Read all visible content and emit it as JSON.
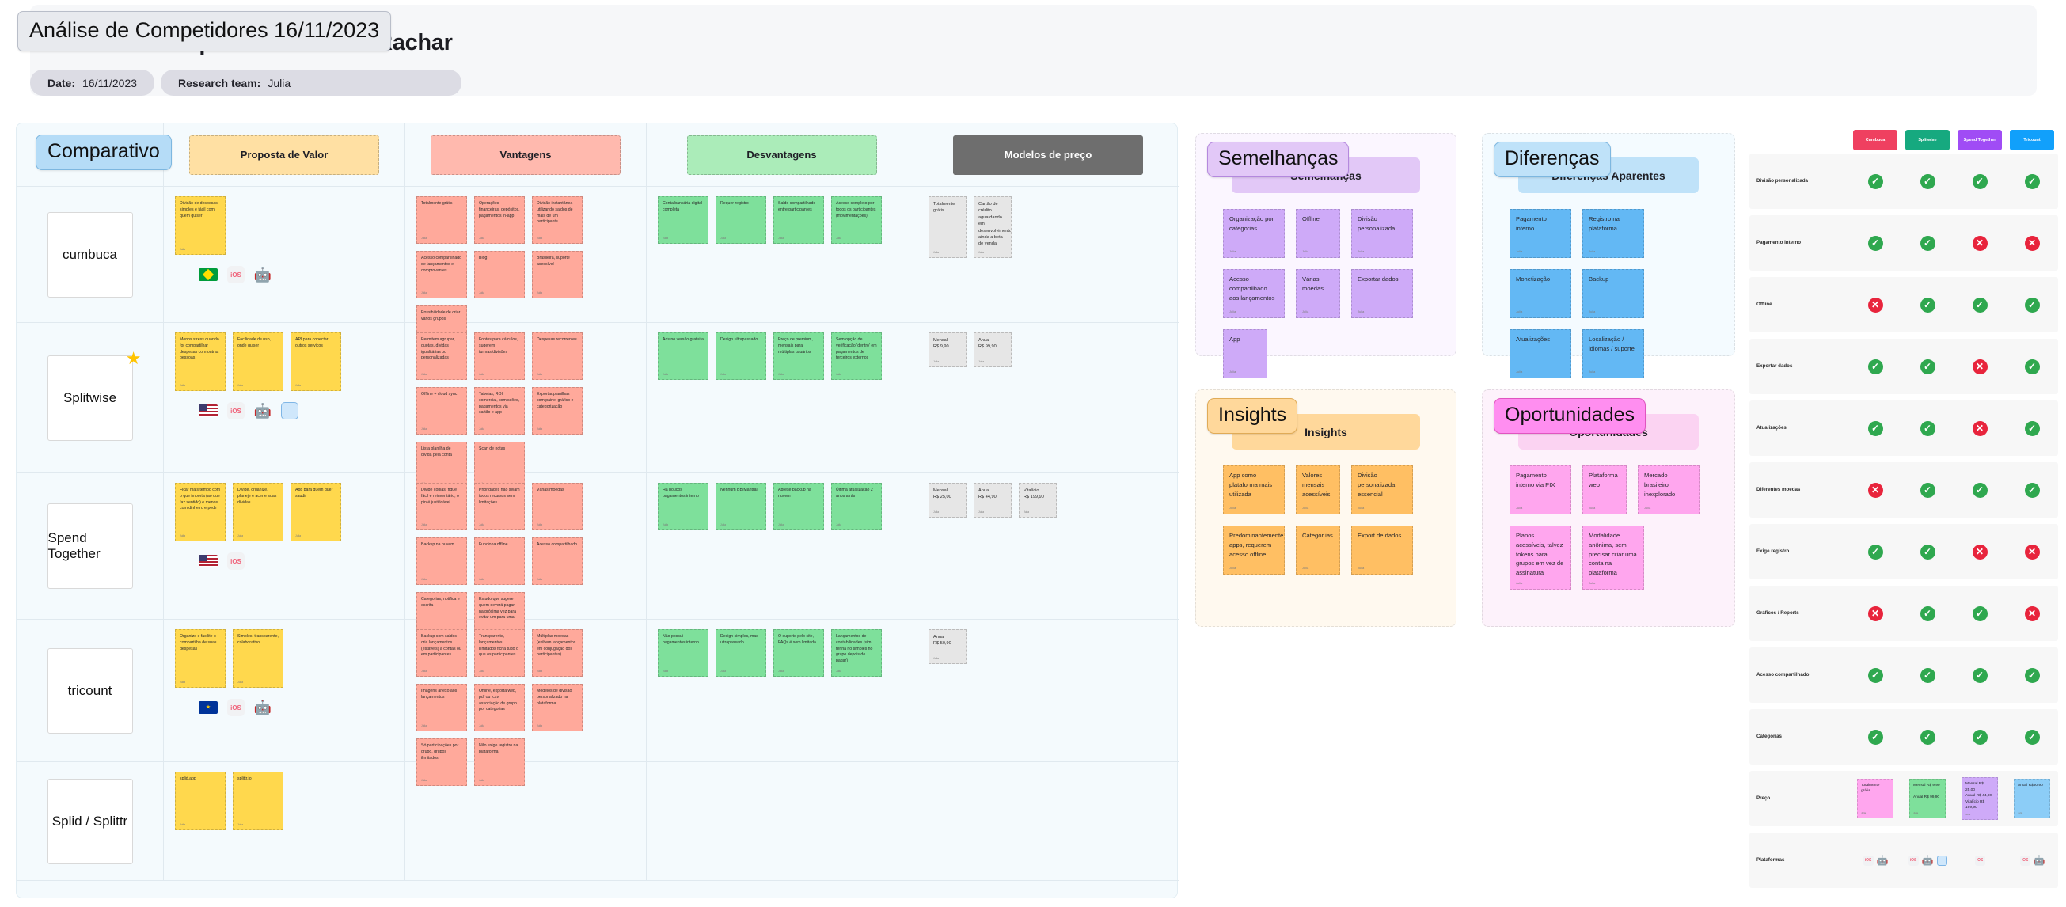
{
  "header": {
    "title": "Análise de Competidores - Dera Rachar",
    "title_chip": "Análise de Competidores 16/11/2023",
    "date_label": "Date:",
    "date_value": "16/11/2023",
    "team_label": "Research team:",
    "team_value": "Julia"
  },
  "comparativo": {
    "chip": "Comparativo",
    "columns": [
      {
        "label": "Proposta de Valor",
        "color": "#ffe0a3"
      },
      {
        "label": "Vantagens",
        "color": "#ffb9ae"
      },
      {
        "label": "Desvantagens",
        "color": "#abecb9"
      },
      {
        "label": "Modelos de preço",
        "color": "#6e6e6e"
      }
    ],
    "rows": [
      {
        "name": "cumbuca",
        "proposta": [
          {
            "text": "Divisão de despesas simples e fácil com quem quiser",
            "sig": "Julia"
          }
        ],
        "platforms": [
          "flag-br",
          "ios",
          "android"
        ],
        "vantagens": [
          {
            "text": "Totalmente grátis",
            "sig": "Julia"
          },
          {
            "text": "Operações financeiras, depósitos, pagamentos in-app",
            "sig": "Julia"
          },
          {
            "text": "Divisão instantânea utilizando saldos de mais de um participante",
            "sig": "Julia"
          },
          {
            "text": "Acesso compartilhado de lançamentos e comprovantes",
            "sig": "Julia"
          },
          {
            "text": "Blog",
            "sig": "Julia"
          },
          {
            "text": "Brasileira, suporte acessível",
            "sig": "Julia"
          },
          {
            "text": "Possibilidade de criar vários grupos",
            "sig": "Julia"
          }
        ],
        "desvantagens": [
          {
            "text": "Conta bancária digital completa",
            "sig": "Julia"
          },
          {
            "text": "Requer registro",
            "sig": "Julia"
          },
          {
            "text": "Saldo compartilhado entre participantes",
            "sig": "Julia"
          },
          {
            "text": "Acesso completo por todos os participantes (movimentações)",
            "sig": "Julia"
          }
        ],
        "precos": [
          {
            "title": "Totalmente grátis",
            "lines": [],
            "sig": "Julia"
          },
          {
            "title": "Cartão de crédito aguardando em desenvolvimento, ainda a beta de venda",
            "lines": [],
            "sig": "Julia"
          }
        ]
      },
      {
        "name": "Splitwise",
        "starred": true,
        "proposta": [
          {
            "text": "Menos stress quando for compartilhar despesas com outras pessoas",
            "sig": "Julia"
          },
          {
            "text": "Facilidade de uso, onde quiser",
            "sig": "Julia"
          },
          {
            "text": "API para conectar outros serviços",
            "sig": "Julia"
          }
        ],
        "platforms": [
          "flag-us",
          "ios",
          "android",
          "web"
        ],
        "vantagens": [
          {
            "text": "Permitem agrupar, quotas, dívidas igualitárias ou personalizadas",
            "sig": "Julia"
          },
          {
            "text": "Fontes para cálculos, sugerem turmas/divisões",
            "sig": "Julia"
          },
          {
            "text": "Despesas recorrentes",
            "sig": "Julia"
          },
          {
            "text": "Offline + cloud sync",
            "sig": "Julia"
          },
          {
            "text": "Tabelas, ROI comercial, comissões, pagamentos via cartão e app",
            "sig": "Julia"
          },
          {
            "text": "Exportar/planilhas com painel gráfico e categorização",
            "sig": "Julia"
          },
          {
            "text": "Lista planilha de divida pela conta",
            "sig": "Julia"
          },
          {
            "text": "Scan de notas",
            "sig": "Julia"
          }
        ],
        "desvantagens": [
          {
            "text": "Ads no versão gratuita",
            "sig": "Julia"
          },
          {
            "text": "Design ultrapassado",
            "sig": "Julia"
          },
          {
            "text": "Preço de premium, mensais para múltiplas usuários",
            "sig": "Julia"
          },
          {
            "text": "Sem opção de verificação 'dentro' em pagamentos de terceiros externos",
            "sig": "Julia"
          }
        ],
        "precos": [
          {
            "title": "Mensal",
            "lines": [
              "R$ 9,90"
            ],
            "sig": "Julia"
          },
          {
            "title": "Anual",
            "lines": [
              "R$ 99,90"
            ],
            "sig": "Julia"
          }
        ]
      },
      {
        "name": "Spend Together",
        "proposta": [
          {
            "text": "Ficar mais tempo com o que importa (ao que faz sentido) e menos com dinheiro e pedir",
            "sig": "Julia"
          },
          {
            "text": "Divide, organize, planeje e acerte suas dívidas",
            "sig": "Julia"
          },
          {
            "text": "App para quem quer saudir",
            "sig": "Julia"
          }
        ],
        "platforms": [
          "flag-us",
          "ios"
        ],
        "vantagens": [
          {
            "text": "Divide cópias, fique fácil e reinventário, o pin é justificável",
            "sig": "Julia"
          },
          {
            "text": "Prioridades não sejam todos recursos sem limitações",
            "sig": "Julia"
          },
          {
            "text": "Várias moedas",
            "sig": "Julia"
          },
          {
            "text": "Backup na nuvem",
            "sig": "Julia"
          },
          {
            "text": "Funciona offline",
            "sig": "Julia"
          },
          {
            "text": "Acesso compartilhado",
            "sig": "Julia"
          },
          {
            "text": "Categorias, notifica e escrita",
            "sig": "Julia"
          },
          {
            "text": "Estudo que sugere quem deverá pagar na próxima vez para evitar um para uma",
            "sig": "Julia"
          }
        ],
        "desvantagens": [
          {
            "text": "Há poucos pagamentos interno",
            "sig": "Julia"
          },
          {
            "text": "Nenhum BB/Mantrall",
            "sig": "Julia"
          },
          {
            "text": "Aprese backup na nuvem",
            "sig": "Julia"
          },
          {
            "text": "Última atualização 2 anos atrás",
            "sig": "Julia"
          }
        ],
        "precos": [
          {
            "title": "Mensal",
            "lines": [
              "R$ 25,00"
            ],
            "sig": "Julia"
          },
          {
            "title": "Anual",
            "lines": [
              "R$ 44,90"
            ],
            "sig": "Julia"
          },
          {
            "title": "Vitalício",
            "lines": [
              "R$ 199,90"
            ],
            "sig": "Julia"
          }
        ]
      },
      {
        "name": "tricount",
        "proposta": [
          {
            "text": "Organize e facilite o compartilha de suas despesas",
            "sig": "Julia"
          },
          {
            "text": "Simples, transparente, colaborativo",
            "sig": "Julia"
          }
        ],
        "platforms": [
          "flag-eu",
          "ios",
          "android"
        ],
        "vantagens": [
          {
            "text": "Backup com saldos cria lançamentos (estáveis) a contas ou em participantes",
            "sig": "Julia"
          },
          {
            "text": "Transparente, lançamentos ilimitados ficha tudo o que os participantes",
            "sig": "Julia"
          },
          {
            "text": "Múltiplas moedas (exibem lançamentos em conjugação dos participantes)",
            "sig": "Julia"
          },
          {
            "text": "Imagens anexo aos lançamentos",
            "sig": "Julia"
          },
          {
            "text": "Offline, exportá web, pdf ou .csv, associação de grupo por categorias",
            "sig": "Julia"
          },
          {
            "text": "Modelos de divisão personalizado na plataforma",
            "sig": "Julia"
          },
          {
            "text": "Só participações por grupo, grupos ilimitados",
            "sig": "Julia"
          },
          {
            "text": "Não exige registro na plataforma",
            "sig": "Julia"
          }
        ],
        "desvantagens": [
          {
            "text": "Não possui pagamentos interno",
            "sig": "Julia"
          },
          {
            "text": "Design simples, mas ultrapassado",
            "sig": "Julia"
          },
          {
            "text": "O suporte pelo site, FAQs é sem limitada",
            "sig": "Julia"
          },
          {
            "text": "Lançamentos de contabilidades (sim tenha no simples no grupo depois de pagar)",
            "sig": "Julia"
          }
        ],
        "precos": [
          {
            "title": "Anual",
            "lines": [
              "R$ 50,90"
            ],
            "sig": "Julia"
          }
        ]
      },
      {
        "name": "Splid / Splittr",
        "proposta": [
          {
            "text": "splid.app",
            "sig": "Julia"
          },
          {
            "text": "splittr.io",
            "sig": "Julia"
          }
        ],
        "platforms": [],
        "vantagens": [],
        "desvantagens": [],
        "precos": []
      }
    ]
  },
  "panels": [
    {
      "key": "semelhancas",
      "chip": "Semelhanças",
      "bar": "Semelhanças",
      "notes": [
        {
          "text": "Organização por categorias",
          "size": "md",
          "sig": "Julia"
        },
        {
          "text": "Offline",
          "size": "sm",
          "sig": "Julia"
        },
        {
          "text": "Divisão personalizada",
          "size": "md",
          "sig": "Julia"
        },
        {
          "text": "Acesso compartilhado aos lançamentos",
          "size": "md",
          "sig": "Julia"
        },
        {
          "text": "Várias moedas",
          "size": "sm",
          "sig": "Julia"
        },
        {
          "text": "Exportar dados",
          "size": "md",
          "sig": "Julia"
        },
        {
          "text": "App",
          "size": "sm",
          "sig": "Julia"
        }
      ]
    },
    {
      "key": "diferencas",
      "chip": "Diferenças",
      "bar": "Diferenças Aparentes",
      "notes": [
        {
          "text": "Pagamento interno",
          "size": "md",
          "sig": "Julia"
        },
        {
          "text": "Registro na plataforma",
          "size": "md",
          "sig": "Julia"
        },
        {
          "text": "Monetização",
          "size": "md",
          "sig": "Julia"
        },
        {
          "text": "Backup",
          "size": "md",
          "sig": "Julia"
        },
        {
          "text": "Atualizações",
          "size": "md",
          "sig": "Julia"
        },
        {
          "text": "Localização / idiomas / suporte",
          "size": "md",
          "sig": "Julia"
        }
      ]
    },
    {
      "key": "insights",
      "chip": "Insights",
      "bar": "Insights",
      "notes": [
        {
          "text": "App como plataforma mais utilizada",
          "size": "md",
          "sig": "Julia"
        },
        {
          "text": "Valores mensais acessíveis",
          "size": "sm",
          "sig": "Julia"
        },
        {
          "text": "Divisão personalizada essencial",
          "size": "md",
          "sig": "Julia"
        },
        {
          "text": "Predominantemente apps, requerem acesso offline",
          "size": "md",
          "sig": "Julia"
        },
        {
          "text": "Categor ias",
          "size": "sm",
          "sig": "Julia"
        },
        {
          "text": "Export de dados",
          "size": "md",
          "sig": "Julia"
        }
      ]
    },
    {
      "key": "oportunidades",
      "chip": "Oportunidades",
      "bar": "Oportunidades",
      "notes": [
        {
          "text": "Pagamento interno via PIX",
          "size": "md",
          "sig": "Julia"
        },
        {
          "text": "Plataforma web",
          "size": "sm",
          "sig": "Julia"
        },
        {
          "text": "Mercado brasileiro inexplorado",
          "size": "md",
          "sig": "Julia"
        },
        {
          "text": "Planos acessíveis, talvez tokens para grupos em vez de assinatura",
          "size": "md",
          "sig": "Julia"
        },
        {
          "text": "Modalidade anônima, sem precisar criar uma conta na plataforma",
          "size": "md",
          "sig": "Julia"
        }
      ]
    }
  ],
  "matrix": {
    "apps": [
      {
        "name": "Cumbuca",
        "color": "#ef4060"
      },
      {
        "name": "Splitwise",
        "color": "#16a97f"
      },
      {
        "name": "Spend Together",
        "color": "#a04cf5"
      },
      {
        "name": "Tricount",
        "color": "#11a0fb"
      }
    ],
    "features": [
      {
        "label": "Divisão personalizada",
        "values": [
          "ok",
          "ok",
          "ok",
          "ok"
        ]
      },
      {
        "label": "Pagamento interno",
        "values": [
          "ok",
          "ok",
          "no",
          "no"
        ]
      },
      {
        "label": "Offline",
        "values": [
          "no",
          "ok",
          "ok",
          "ok"
        ]
      },
      {
        "label": "Exportar dados",
        "values": [
          "ok",
          "ok",
          "no",
          "ok"
        ]
      },
      {
        "label": "Atualizações",
        "values": [
          "ok",
          "ok",
          "no",
          "ok"
        ]
      },
      {
        "label": "Diferentes moedas",
        "values": [
          "no",
          "ok",
          "ok",
          "ok"
        ]
      },
      {
        "label": "Exige registro",
        "values": [
          "ok",
          "ok",
          "no",
          "no"
        ]
      },
      {
        "label": "Gráficos / Reports",
        "values": [
          "no",
          "ok",
          "ok",
          "no"
        ]
      },
      {
        "label": "Acesso compartilhado",
        "values": [
          "ok",
          "ok",
          "ok",
          "ok"
        ]
      },
      {
        "label": "Categorias",
        "values": [
          "ok",
          "ok",
          "ok",
          "ok"
        ]
      }
    ],
    "price_row_label": "Preço",
    "prices": [
      {
        "text": "Totalmente grátis",
        "color": "#ffa6ee",
        "sig": "Julia"
      },
      {
        "text": "Mensal R$ 9,90\n\nAnual R$ 99,90",
        "color": "#7ee09b",
        "sig": "Julia"
      },
      {
        "text": "Mensal R$ 25,00\nAnual R$ 44,90\nVitalício R$ 199,90",
        "color": "#ceaaf8",
        "sig": "Julia"
      },
      {
        "text": "Anual R$50,90",
        "color": "#8ccdf7",
        "sig": "Julia"
      }
    ],
    "platform_row_label": "Plataformas",
    "platforms": [
      [
        "ios",
        "android"
      ],
      [
        "ios",
        "android",
        "web"
      ],
      [
        "ios"
      ],
      [
        "ios",
        "android"
      ]
    ]
  }
}
